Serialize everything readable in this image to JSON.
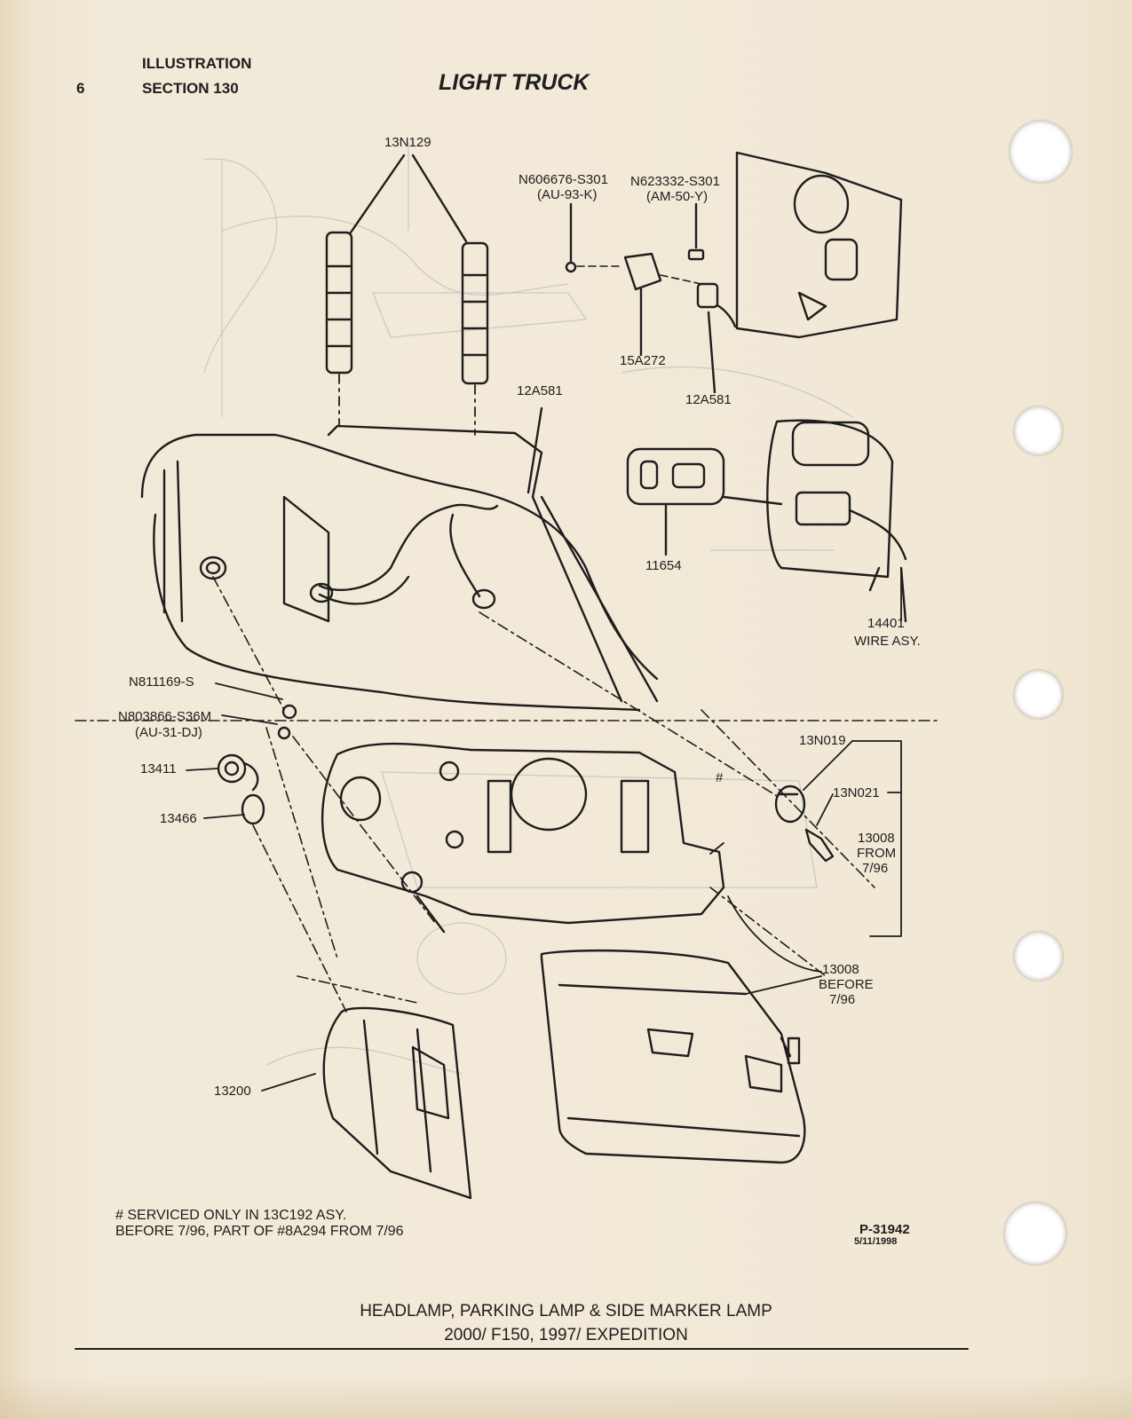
{
  "header": {
    "page_number": "6",
    "illustration_label": "ILLUSTRATION",
    "section_label": "SECTION 130",
    "title": "LIGHT TRUCK"
  },
  "callouts": {
    "p13N129": "13N129",
    "pN606676_1": "N606676-S301",
    "pN606676_2": "(AU-93-K)",
    "pN623332_1": "N623332-S301",
    "pN623332_2": "(AM-50-Y)",
    "p15A272": "15A272",
    "p12A581_a": "12A581",
    "p12A581_b": "12A581",
    "p11654": "11654",
    "p14401_1": "14401",
    "p14401_2": "WIRE ASY.",
    "pN811169": "N811169-S",
    "pN803866_1": "N803866-S36M",
    "pN803866_2": "(AU-31-DJ)",
    "p13411": "13411",
    "p13466": "13466",
    "p13N019": "13N019",
    "p13N021": "13N021",
    "p13008_from_1": "13008",
    "p13008_from_2": "FROM",
    "p13008_from_3": "7/96",
    "p13008_before_1": "13008",
    "p13008_before_2": "BEFORE",
    "p13008_before_3": "7/96",
    "p13200": "13200",
    "hash_mark": "#"
  },
  "footnote": {
    "line1": "#  SERVICED ONLY IN 13C192 ASY.",
    "line2": "BEFORE 7/96, PART OF #8A294 FROM 7/96"
  },
  "drawing_id": {
    "number": "P-31942",
    "date": "5/11/1998"
  },
  "caption": {
    "line1": "HEADLAMP, PARKING LAMP & SIDE MARKER LAMP",
    "line2": "2000/ F150, 1997/ EXPEDITION"
  },
  "colors": {
    "paper": "#f1e8d6",
    "ink": "#1e1e1e",
    "bleed_through": "#9aa3ad"
  }
}
